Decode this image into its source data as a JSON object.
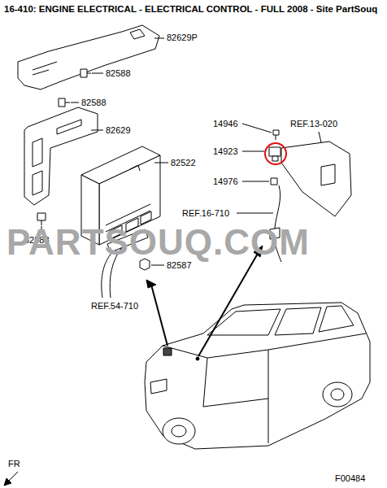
{
  "diagram": {
    "title": "16-410: ENGINE ELECTRICAL - ELECTRICAL CONTROL - FULL 2008 - Site PartSouq",
    "labels": [
      "82629P",
      "82588",
      "82588",
      "82629",
      "82522",
      "82588",
      "82587",
      "REF.54-710",
      "14946",
      "14923",
      "REF.13-020",
      "14976",
      "REF.16-710",
      "PARTSOUQ.COM",
      "FR",
      "F00484"
    ]
  }
}
